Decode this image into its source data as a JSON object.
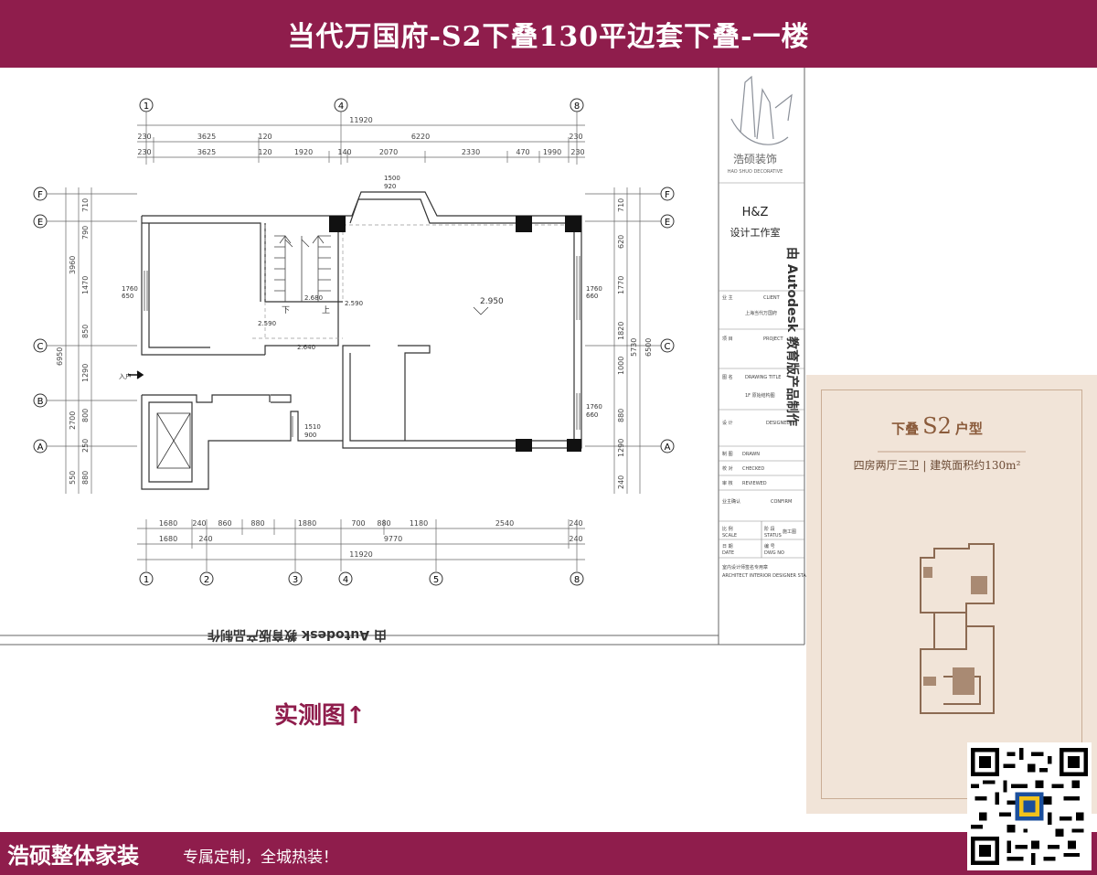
{
  "header": {
    "title": "当代万国府-S2下叠130平边套下叠-一楼"
  },
  "plan": {
    "axes_top": [
      "1",
      "4",
      "8"
    ],
    "axes_bottom": [
      "1",
      "2",
      "3",
      "4",
      "5",
      "8"
    ],
    "axes_left": [
      "F",
      "E",
      "C",
      "B",
      "A"
    ],
    "axes_right": [
      "F",
      "E",
      "C",
      "A"
    ],
    "dims_top_total": "11920",
    "dims_top_row2": [
      "230",
      "3625",
      "120",
      "6220",
      "230"
    ],
    "dims_top_row3": [
      "230",
      "3625",
      "120",
      "1920",
      "140",
      "2070",
      "2330",
      "470",
      "1990",
      "230"
    ],
    "dims_bottom_row1": [
      "1680",
      "240",
      "860",
      "880",
      "1880",
      "700",
      "880",
      "1180",
      "2540",
      "240"
    ],
    "dims_bottom_row2": [
      "1680",
      "240",
      "9770",
      "240"
    ],
    "dims_bottom_total": "11920",
    "dims_left_outer": [
      "3960",
      "6950",
      "2700",
      "550"
    ],
    "dims_left_inner": [
      "710",
      "790",
      "1470",
      "850",
      "1290",
      "800",
      "250",
      "880"
    ],
    "dims_right_inner": [
      "710",
      "620",
      "1770",
      "1820",
      "1000",
      "880",
      "1290",
      "240"
    ],
    "dims_right_outer": [
      "5730",
      "6500"
    ],
    "bay_window_dims": [
      "1500",
      "920"
    ],
    "window_labels": [
      [
        "1760",
        "650"
      ],
      [
        "1760",
        "660"
      ],
      [
        "1760",
        "660"
      ],
      [
        "1510",
        "900"
      ]
    ],
    "level_main": "2.950",
    "level_stair1": "2.680",
    "level_stair2": "2.590",
    "level_stair3": "2.590",
    "level_step": "2.640",
    "stair_down": "下",
    "stair_up": "上",
    "entrance": "入户",
    "watermark": "由 Autodesk 教育版产品制作"
  },
  "title_block": {
    "brand_cn": "浩硕装饰",
    "brand_en": "HAO SHUO DECORATIVE",
    "studio_name": "H&Z",
    "studio_sub": "设计工作室",
    "owner_label": "业  主",
    "owner_en": "CLIENT",
    "owner_value": "上海当代万国府",
    "project_label": "项  目",
    "project_en": "PROJECT",
    "drawing_label": "图  名",
    "drawing_en": "DRAWING TITLE",
    "drawing_value": "1F  原始结构图",
    "design_label": "设  计",
    "design_en": "DESIGNED",
    "drawn_label": "制  图",
    "drawn_en": "DRAWN",
    "check_label": "校  对",
    "check_en": "CHECKED",
    "review_label": "审  核",
    "review_en": "REVIEWED",
    "confirm_label": "业主确认",
    "confirm_en": "CONFIRM",
    "scale_label": "比  例",
    "scale_en": "SCALE",
    "stage_label": "阶  段",
    "stage_en": "STATUS",
    "stage_value": "施工图",
    "date_label": "日  期",
    "date_en": "DATE",
    "no_label": "编  号",
    "no_en": "DWG NO",
    "stamp_label": "室内设计师签名专用章",
    "stamp_en": "ARCHITECT INTERIOR DESIGNER STAMP"
  },
  "caption": "实测图↑",
  "card": {
    "prefix": "下叠",
    "unit": "S2",
    "suffix": "户型",
    "subtitle": "四房两厅三卫 | 建筑面积约130m²"
  },
  "footer": {
    "brand": "浩硕整体家装",
    "slogan": "专属定制，全城热装！"
  },
  "colors": {
    "accent": "#8f1d4c",
    "card_bg": "#f1e4d8",
    "card_text": "#8a5a3a"
  }
}
